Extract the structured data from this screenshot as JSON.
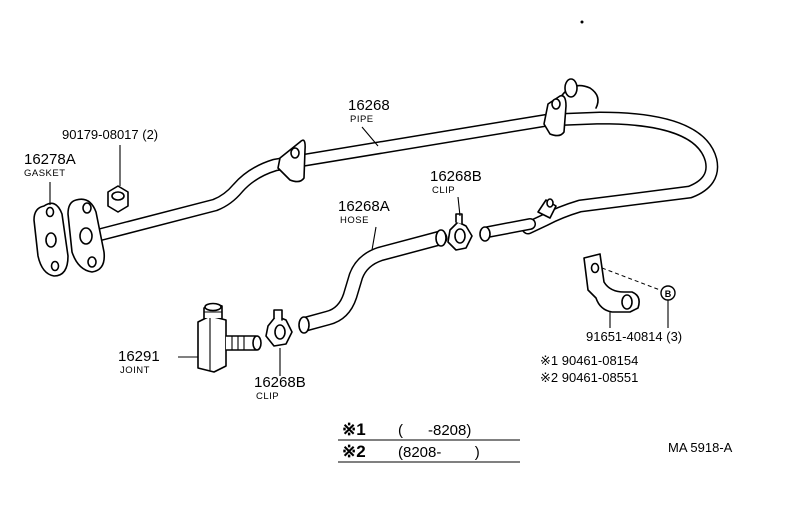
{
  "parts": {
    "pipe": {
      "number": "16268",
      "caption": "PIPE"
    },
    "nut": {
      "number": "90179-08017 (2)"
    },
    "gasket": {
      "number": "16278A",
      "caption": "GASKET"
    },
    "hose": {
      "number": "16268A",
      "caption": "HOSE"
    },
    "clip_upper": {
      "number": "16268B",
      "caption": "CLIP"
    },
    "joint": {
      "number": "16291",
      "caption": "JOINT"
    },
    "clip_lower": {
      "number": "16268B",
      "caption": "CLIP"
    },
    "clamp": {
      "number": "91651-40814 (3)"
    },
    "bolt_1": {
      "number": "※1 90461-08154"
    },
    "bolt_2": {
      "number": "※2 90461-08551"
    },
    "bolt_marker": {
      "letter": "B"
    }
  },
  "legend": {
    "row1": {
      "mark": "※1",
      "range": "(      -8208)"
    },
    "row2": {
      "mark": "※2",
      "range": "(8208-        )"
    }
  },
  "figure_id": "MA 5918-A"
}
